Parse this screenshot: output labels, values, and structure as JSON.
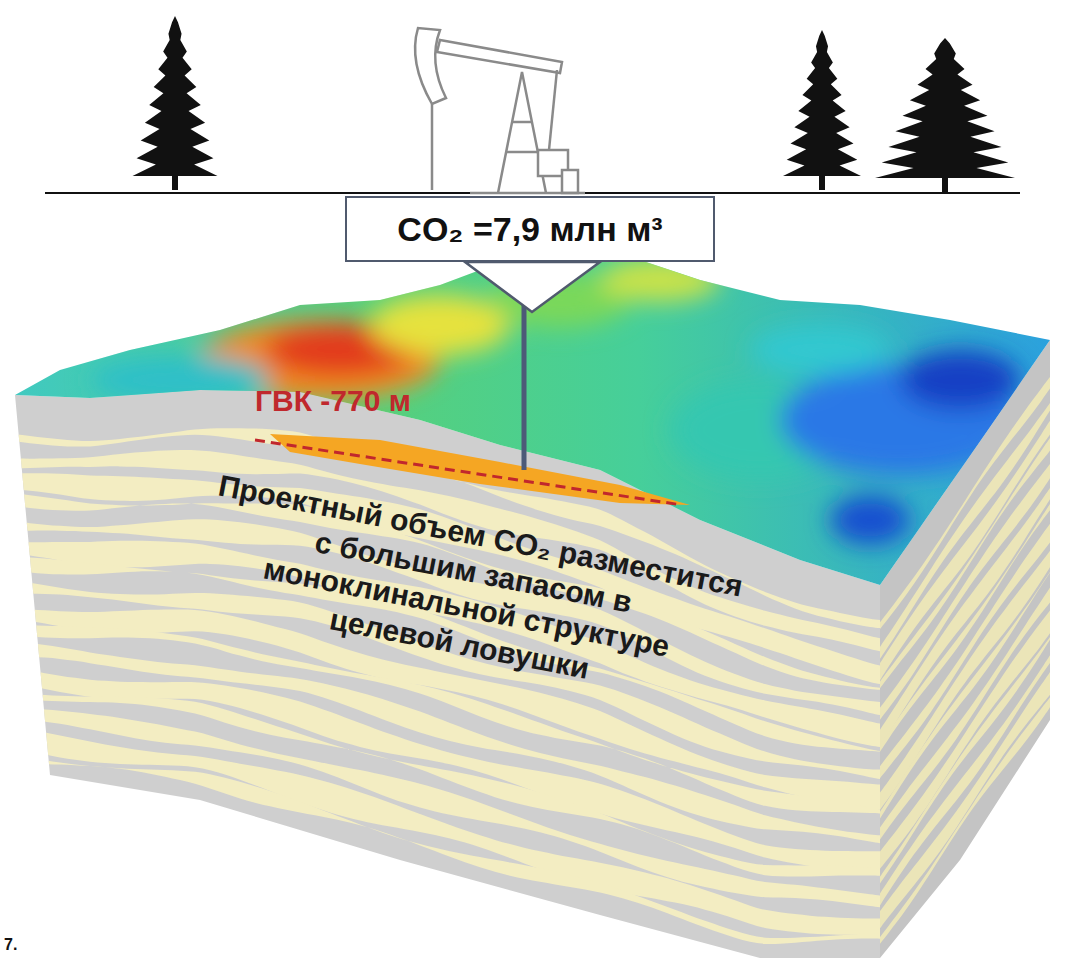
{
  "diagram": {
    "nodes": [
      {
        "text": [
          "CO₂ =7,9 млн м³"
        ]
      }
    ],
    "labels": [
      "ГВК -770 м",
      "Проектный объем CO₂ разместится с большим запасом в моноклинальной структуре целевой ловушки",
      "7."
    ]
  }
}
